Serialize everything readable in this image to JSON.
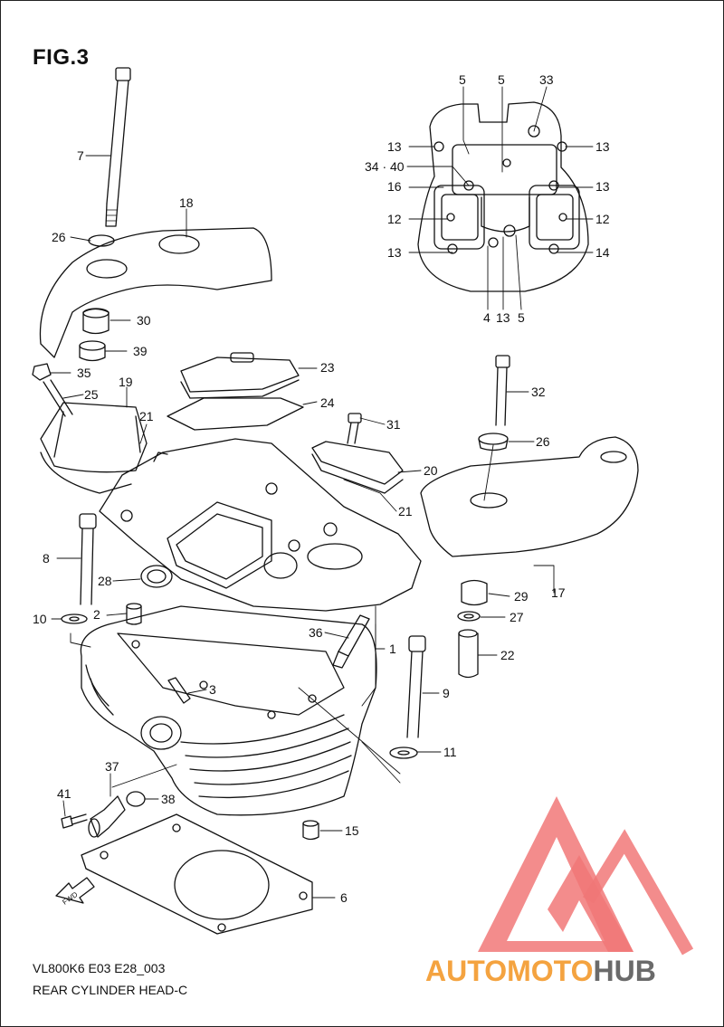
{
  "figure": {
    "title": "FIG.3",
    "code": "VL800K6 E03 E28_003",
    "name": "REAR CYLINDER HEAD-C",
    "fwd_label": "FWD"
  },
  "callouts": [
    {
      "id": "c-33",
      "text": "33"
    },
    {
      "id": "c-5a",
      "text": "5"
    },
    {
      "id": "c-5b",
      "text": "5"
    },
    {
      "id": "c-13a",
      "text": "13"
    },
    {
      "id": "c-13b",
      "text": "13"
    },
    {
      "id": "c-34-40",
      "text": "34 · 40"
    },
    {
      "id": "c-16",
      "text": "16"
    },
    {
      "id": "c-13c",
      "text": "13"
    },
    {
      "id": "c-12a",
      "text": "12"
    },
    {
      "id": "c-12b",
      "text": "12"
    },
    {
      "id": "c-13d",
      "text": "13"
    },
    {
      "id": "c-14",
      "text": "14"
    },
    {
      "id": "c-4",
      "text": "4"
    },
    {
      "id": "c-13e",
      "text": "13"
    },
    {
      "id": "c-5c",
      "text": "5"
    },
    {
      "id": "c-7",
      "text": "7"
    },
    {
      "id": "c-18",
      "text": "18"
    },
    {
      "id": "c-26a",
      "text": "26"
    },
    {
      "id": "c-30",
      "text": "30"
    },
    {
      "id": "c-39",
      "text": "39"
    },
    {
      "id": "c-35",
      "text": "35"
    },
    {
      "id": "c-25",
      "text": "25"
    },
    {
      "id": "c-19",
      "text": "19"
    },
    {
      "id": "c-21a",
      "text": "21"
    },
    {
      "id": "c-23",
      "text": "23"
    },
    {
      "id": "c-24",
      "text": "24"
    },
    {
      "id": "c-31",
      "text": "31"
    },
    {
      "id": "c-32",
      "text": "32"
    },
    {
      "id": "c-26b",
      "text": "26"
    },
    {
      "id": "c-20",
      "text": "20"
    },
    {
      "id": "c-21b",
      "text": "21"
    },
    {
      "id": "c-8",
      "text": "8"
    },
    {
      "id": "c-28",
      "text": "28"
    },
    {
      "id": "c-2",
      "text": "2"
    },
    {
      "id": "c-10",
      "text": "10"
    },
    {
      "id": "c-17",
      "text": "17"
    },
    {
      "id": "c-29",
      "text": "29"
    },
    {
      "id": "c-27",
      "text": "27"
    },
    {
      "id": "c-36",
      "text": "36"
    },
    {
      "id": "c-1",
      "text": "1"
    },
    {
      "id": "c-22",
      "text": "22"
    },
    {
      "id": "c-3",
      "text": "3"
    },
    {
      "id": "c-9",
      "text": "9"
    },
    {
      "id": "c-11",
      "text": "11"
    },
    {
      "id": "c-37",
      "text": "37"
    },
    {
      "id": "c-41",
      "text": "41"
    },
    {
      "id": "c-38",
      "text": "38"
    },
    {
      "id": "c-15",
      "text": "15"
    },
    {
      "id": "c-6",
      "text": "6"
    }
  ],
  "watermark": {
    "brand_part1": "AUTOMOTO",
    "brand_part2": "HUB",
    "colors": {
      "triangle": "#f06a6a",
      "text_orange": "#f4a340",
      "text_red": "#e85858",
      "text_gray": "#6a6a6a"
    }
  }
}
